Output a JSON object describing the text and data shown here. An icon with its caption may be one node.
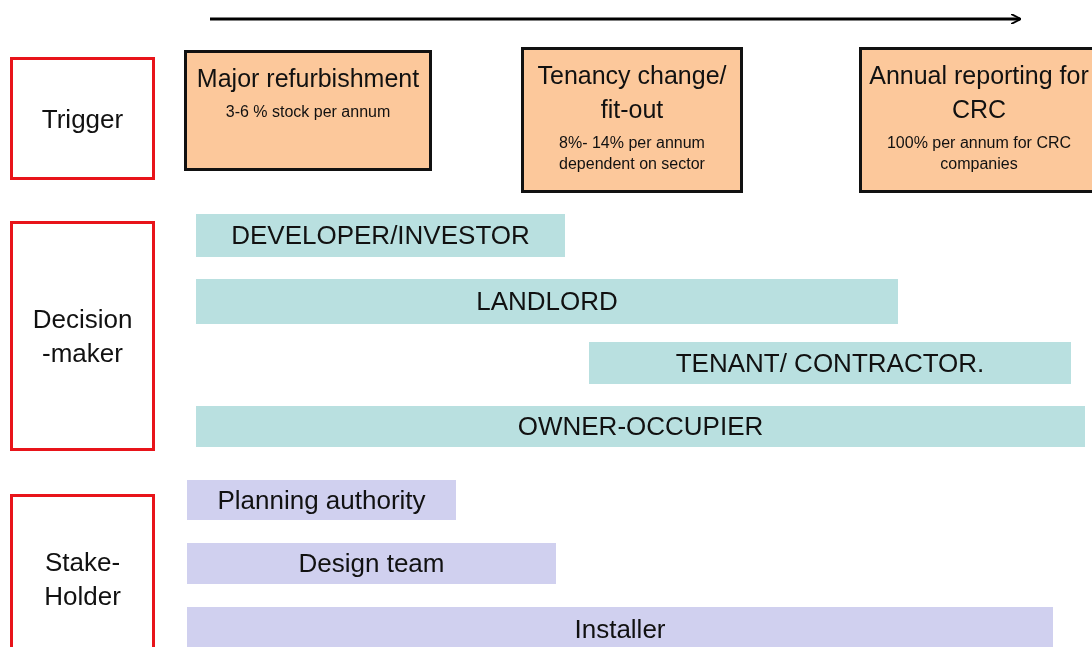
{
  "diagram": {
    "nodes": [
      {
        "text": [
          "Trigger"
        ]
      },
      {
        "text": [
          "Decision -maker"
        ]
      },
      {
        "text": [
          "Stake- Holder"
        ]
      },
      {
        "text": [
          "Major refurbishment",
          "3-6 % stock per annum"
        ]
      },
      {
        "text": [
          "Tenancy change/ fit-out",
          "8%- 14% per annum dependent on sector"
        ]
      },
      {
        "text": [
          "Annual reporting for CRC",
          "100% per annum for CRC companies"
        ]
      },
      {
        "text": [
          "DEVELOPER/INVESTOR"
        ]
      },
      {
        "text": [
          "LANDLORD"
        ]
      },
      {
        "text": [
          "TENANT/ CONTRACTOR."
        ]
      },
      {
        "text": [
          "OWNER-OCCUPIER"
        ]
      },
      {
        "text": [
          "Planning authority"
        ]
      },
      {
        "text": [
          "Design team"
        ]
      },
      {
        "text": [
          "Installer"
        ]
      }
    ],
    "edges": []
  }
}
